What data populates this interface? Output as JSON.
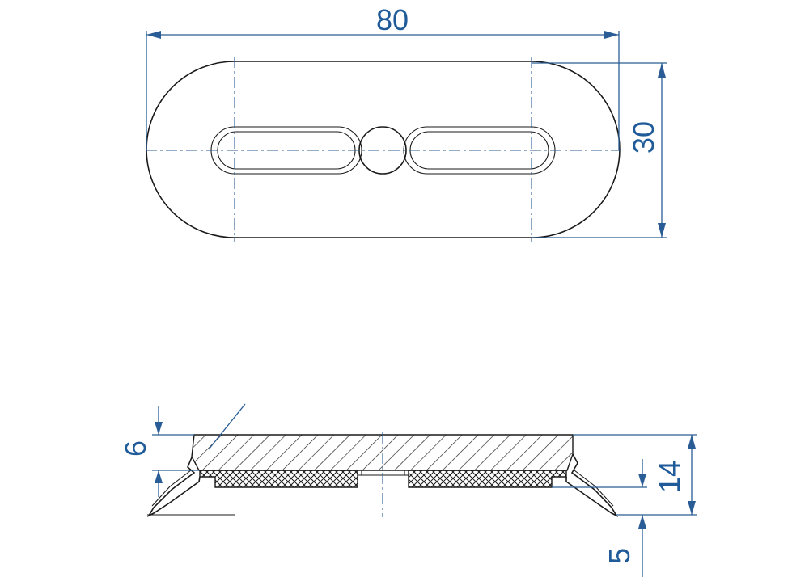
{
  "dimensions": {
    "length": "80",
    "width": "30",
    "pad_thickness": "6",
    "total_height": "14",
    "lip_height": "5"
  },
  "colors": {
    "dimension_lines": "#2a5d95",
    "dimension_text": "#1f5a99",
    "outline": "#1a1a1a"
  }
}
